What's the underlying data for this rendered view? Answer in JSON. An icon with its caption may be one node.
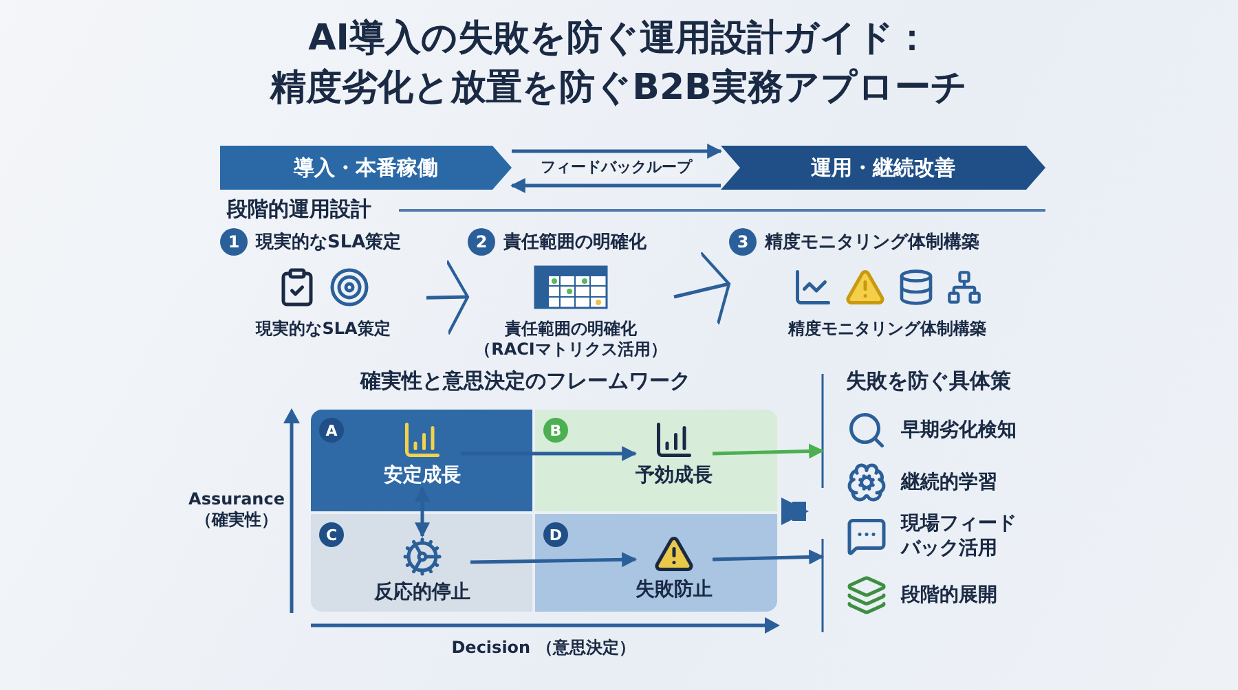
{
  "diagram": {
    "title": "AI導入の失敗を防ぐ運用設計ガイド：精度劣化と放置を防ぐB2B実務アプローチ",
    "nodes": [
      {
        "text": [
          "導入・本番稼働"
        ]
      },
      {
        "text": [
          "運用・継続改善"
        ]
      },
      {
        "text": [
          "1",
          "現実的なSLA策定",
          "現実的なSLA策定"
        ]
      },
      {
        "text": [
          "2",
          "責任範囲の明確化",
          "責任範囲の明確化（RACIマトリクス活用）"
        ]
      },
      {
        "text": [
          "3",
          "精度モニタリング体制構築",
          "精度モニタリング体制構築"
        ]
      },
      {
        "text": [
          "安定成長"
        ]
      },
      {
        "text": [
          "予効成長"
        ]
      },
      {
        "text": [
          "反応的停止"
        ]
      },
      {
        "text": [
          "失敗防止"
        ]
      },
      {
        "text": [
          "失敗を防ぐ具体策"
        ]
      },
      {
        "text": [
          "早期劣化検知"
        ],
        "in": 9
      },
      {
        "text": [
          "継続的学習"
        ],
        "in": 9
      },
      {
        "text": [
          "現場フィードバック活用"
        ],
        "in": 9
      },
      {
        "text": [
          "段階的展開"
        ],
        "in": 9
      }
    ],
    "edges": [
      {
        "from": 0,
        "to": 1,
        "arrow": "to",
        "label": "フィードバックループ"
      },
      {
        "from": 1,
        "to": 0,
        "arrow": "to"
      },
      {
        "from": 2,
        "to": 3,
        "arrow": "to"
      },
      {
        "from": 3,
        "to": 4,
        "arrow": "to"
      },
      {
        "from": 5,
        "to": 6,
        "arrow": "to"
      },
      {
        "from": 5,
        "to": 7,
        "arrow": "both"
      },
      {
        "from": 7,
        "to": 8,
        "arrow": "to"
      },
      {
        "from": 6,
        "to": 9,
        "arrow": "to",
        "color": "#4caf50"
      },
      {
        "from": 8,
        "to": 9,
        "arrow": "to"
      },
      {
        "from": null,
        "to": 9,
        "arrow": "to",
        "style": "thick"
      }
    ],
    "labels": [
      "段階的運用設計",
      "確実性と意思決定のフレームワーク",
      "A",
      "B",
      "Assurance （確実性）",
      "C",
      "D",
      "Decision （意思決定）"
    ]
  }
}
